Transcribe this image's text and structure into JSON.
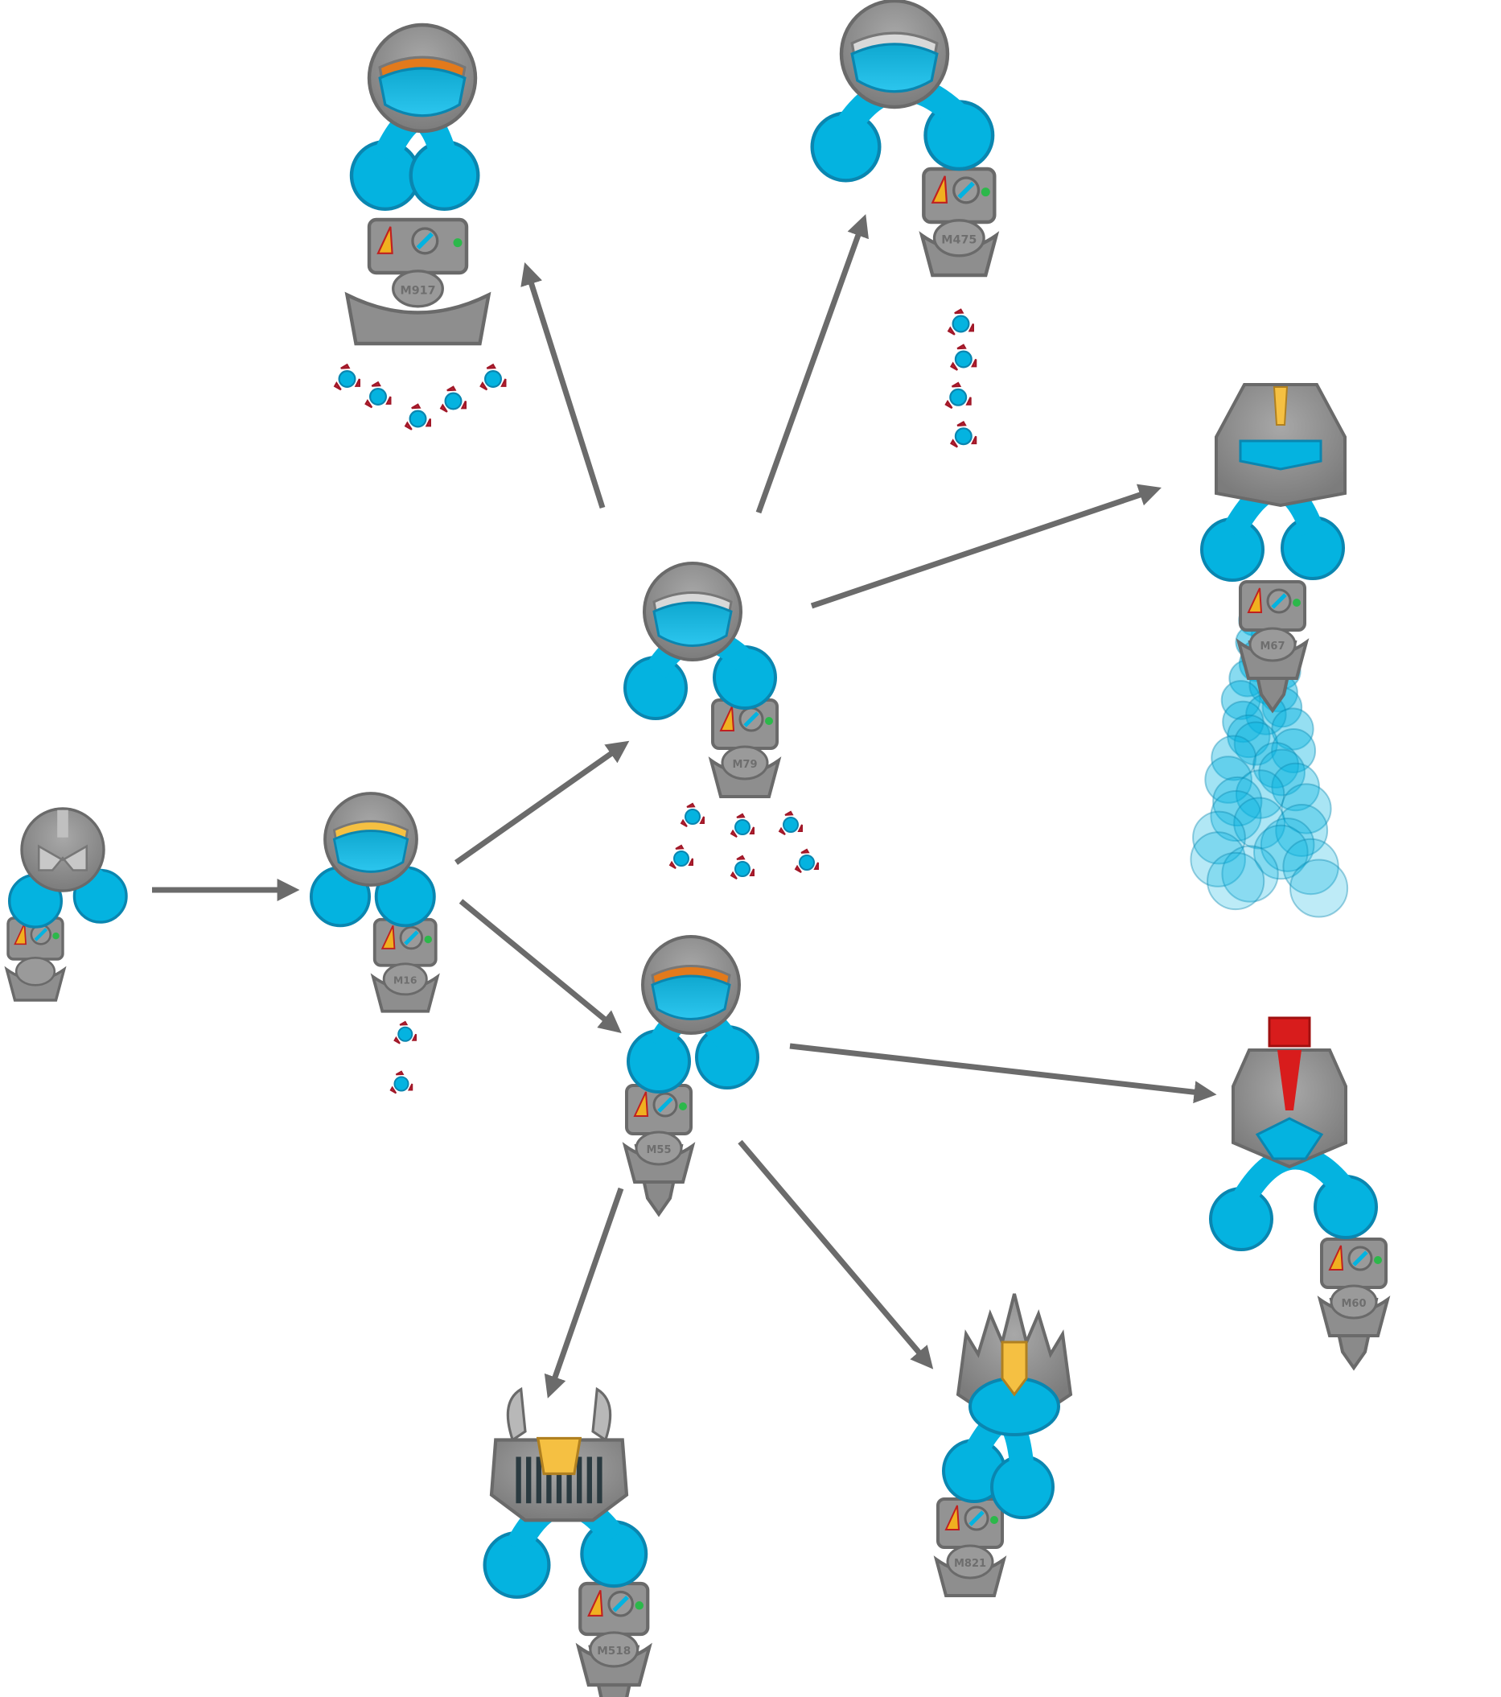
{
  "title": "Upgrade tree",
  "colors": {
    "arrow": "#6b6b6b",
    "cyan": "#04b3e0",
    "cyan_stroke": "#0a86b0",
    "metal": "#8c8c8c",
    "metal_stroke": "#6a6a6a",
    "orange": "#e27a1c",
    "gold": "#f5c042",
    "red": "#d81c1c"
  },
  "nodes": [
    {
      "id": "base",
      "label": "",
      "trim": "silver"
    },
    {
      "id": "m16",
      "label": "M16",
      "trim": "gold"
    },
    {
      "id": "m79",
      "label": "M79",
      "trim": "silver"
    },
    {
      "id": "m55",
      "label": "M55",
      "trim": "orange"
    },
    {
      "id": "m917",
      "label": "M917",
      "trim": "orange"
    },
    {
      "id": "m475",
      "label": "M475",
      "trim": "silver"
    },
    {
      "id": "m67",
      "label": "M67",
      "trim": "gold"
    },
    {
      "id": "m60",
      "label": "M60",
      "trim": "red"
    },
    {
      "id": "m518",
      "label": "M518",
      "trim": "gold"
    },
    {
      "id": "m821",
      "label": "M821",
      "trim": "gold"
    }
  ],
  "edges": [
    [
      "base",
      "m16"
    ],
    [
      "m16",
      "m79"
    ],
    [
      "m16",
      "m55"
    ],
    [
      "m79",
      "m917"
    ],
    [
      "m79",
      "m475"
    ],
    [
      "m79",
      "m67"
    ],
    [
      "m55",
      "m60"
    ],
    [
      "m55",
      "m518"
    ],
    [
      "m55",
      "m821"
    ]
  ]
}
